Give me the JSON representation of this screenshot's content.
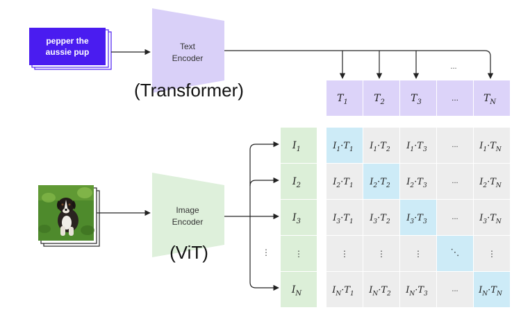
{
  "text_input": {
    "line1": "pepper the",
    "line2": "aussie pup"
  },
  "text_encoder": {
    "line1": "Text",
    "line2": "Encoder",
    "caption": "(Transformer)"
  },
  "image_encoder": {
    "line1": "Image",
    "line2": "Encoder",
    "caption": "(ViT)"
  },
  "image_input": {
    "subject": "photo of an australian shepherd puppy on grass"
  },
  "dots": {
    "h": "...",
    "v": "⋮",
    "diag": "⋱"
  },
  "text_features": [
    {
      "b": "T",
      "s": "1"
    },
    {
      "b": "T",
      "s": "2"
    },
    {
      "b": "T",
      "s": "3"
    },
    {
      "dots": true
    },
    {
      "b": "T",
      "s": "N"
    }
  ],
  "image_features": [
    {
      "b": "I",
      "s": "1"
    },
    {
      "b": "I",
      "s": "2"
    },
    {
      "b": "I",
      "s": "3"
    },
    {
      "dots": true
    },
    {
      "b": "I",
      "s": "N"
    }
  ],
  "colors": {
    "text_input_fill": "#4A1CF0",
    "text_encoder_fill": "#D9D0F8",
    "text_feature_fill": "#DCD3F9",
    "image_encoder_fill": "#DEF0DB",
    "image_feature_fill": "#DCEFD8",
    "matrix_cell_fill": "#EDEDED",
    "matrix_diag_fill": "#CDEBF7",
    "arrow": "#222222"
  }
}
